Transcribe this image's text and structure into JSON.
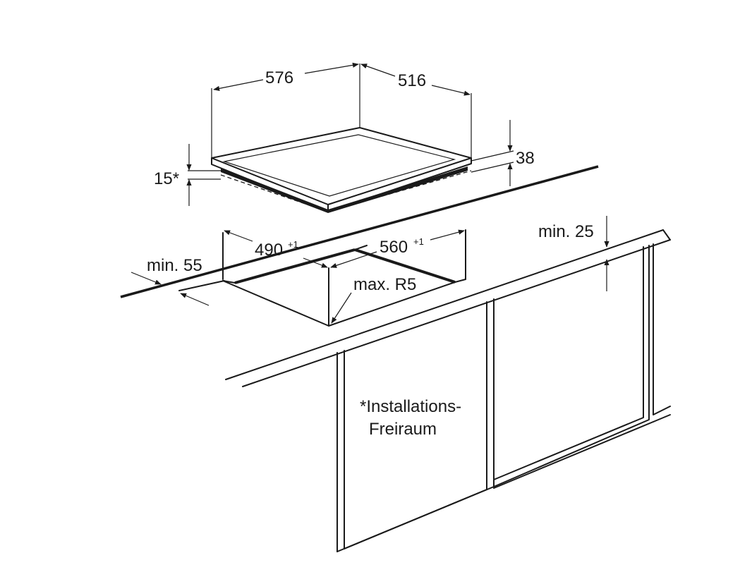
{
  "dimensions": {
    "width": "576",
    "depth": "516",
    "height": "38",
    "clearance": "15*",
    "cutout_width": "490",
    "cutout_width_tol": "+1",
    "cutout_depth": "560",
    "cutout_depth_tol": "+1",
    "min_front": "min. 55",
    "min_back": "min. 25",
    "max_radius": "max. R5"
  },
  "note": {
    "line1": "*Installations-",
    "line2": "Freiraum"
  }
}
